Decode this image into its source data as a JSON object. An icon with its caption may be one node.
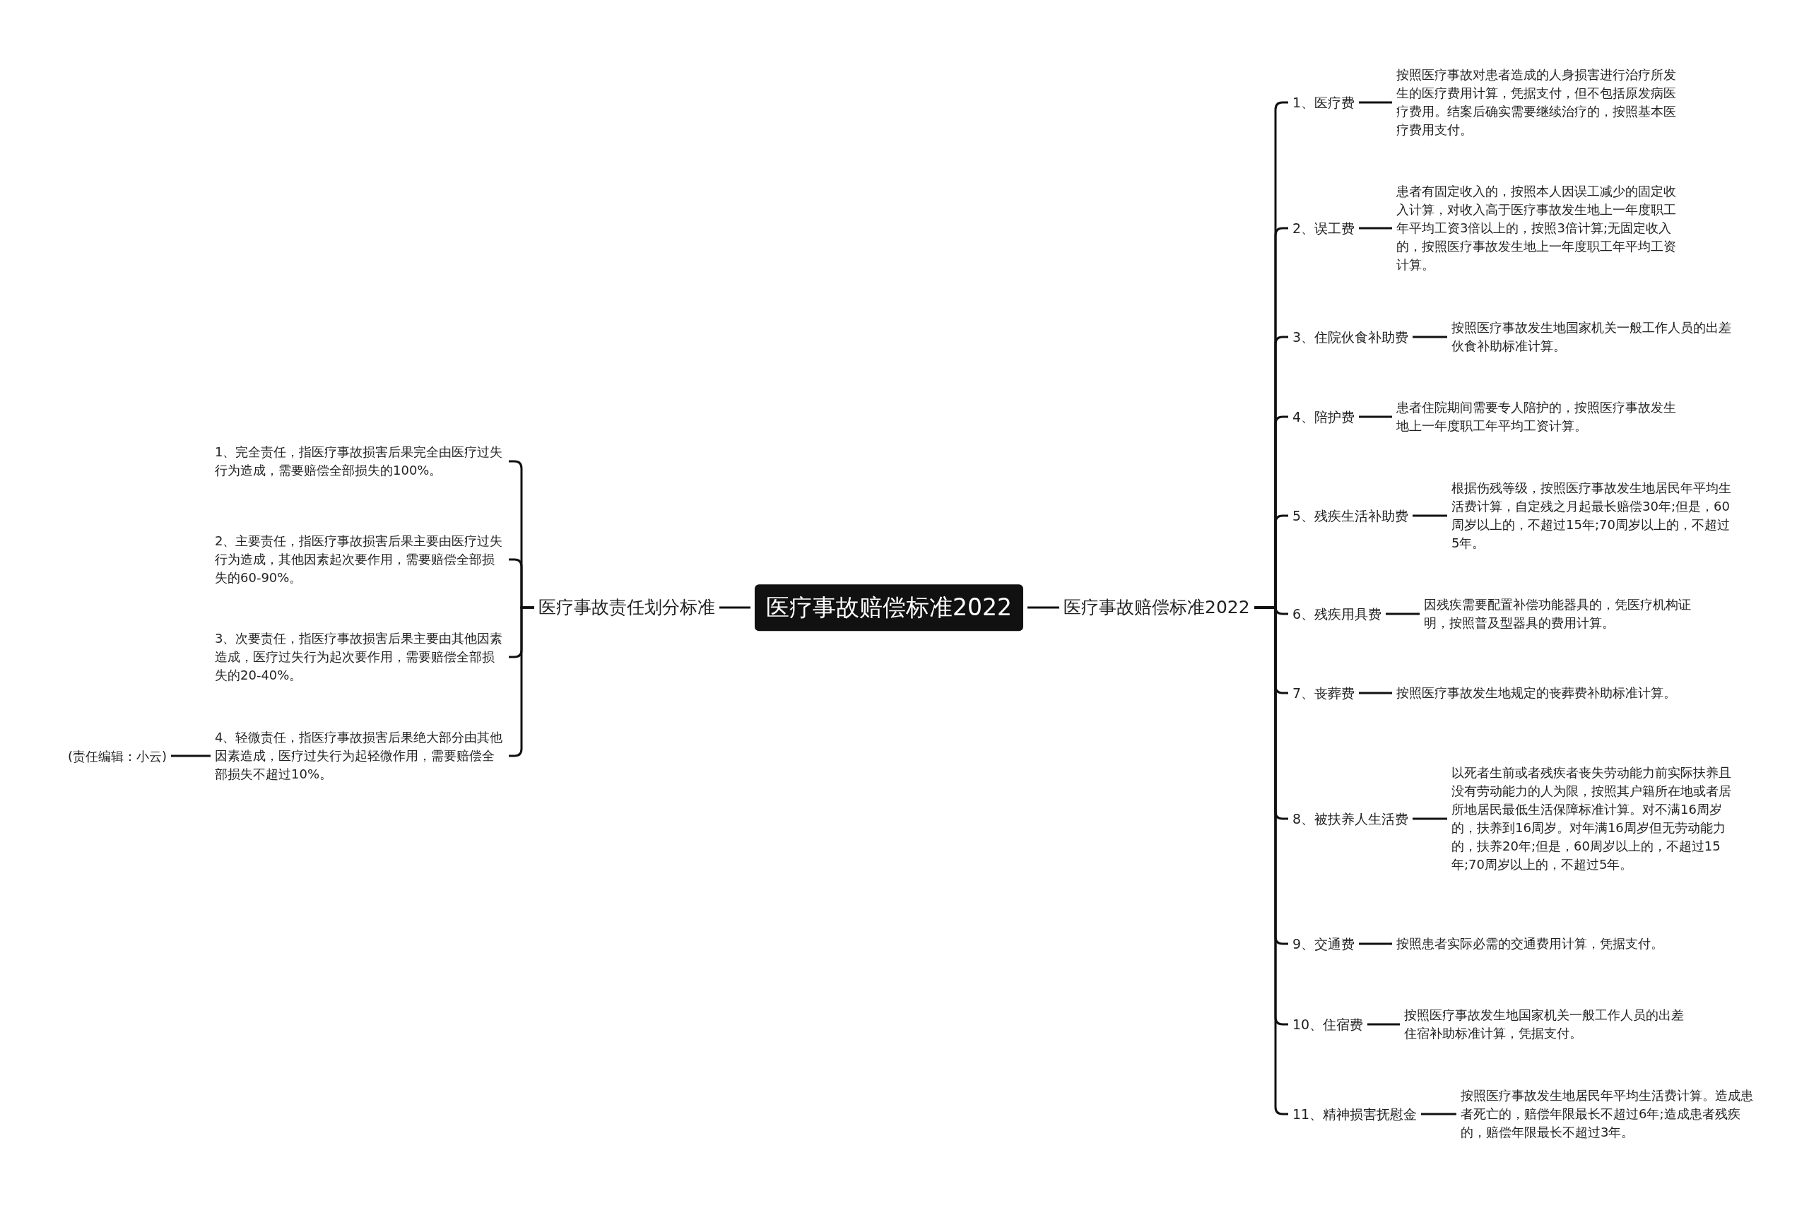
{
  "diagram": {
    "nodes": [
      {
        "text": [
          "医疗事故赔偿标准2022"
        ]
      },
      {
        "text": [
          "医疗事故责任划分标准"
        ]
      },
      {
        "text": [
          "1、完全责任，指医疗事故损害后果完全由医疗过失行为造成，需要赔偿全部损失的100%。"
        ]
      },
      {
        "text": [
          "2、主要责任，指医疗事故损害后果主要由医疗过失行为造成，其他因素起次要作用，需要赔偿全部损失的60-90%。"
        ]
      },
      {
        "text": [
          "3、次要责任，指医疗事故损害后果主要由其他因素造成，医疗过失行为起次要作用，需要赔偿全部损失的20-40%。"
        ]
      },
      {
        "text": [
          "4、轻微责任，指医疗事故损害后果绝大部分由其他因素造成，医疗过失行为起轻微作用，需要赔偿全部损失不超过10%。"
        ]
      },
      {
        "text": [
          "(责任编辑：小云)"
        ]
      },
      {
        "text": [
          "医疗事故赔偿标准2022"
        ]
      },
      {
        "text": [
          "1、医疗费"
        ]
      },
      {
        "text": [
          "按照医疗事故对患者造成的人身损害进行治疗所发生的医疗费用计算，凭据支付，但不包括原发病医疗费用。结案后确实需要继续治疗的，按照基本医疗费用支付。"
        ]
      },
      {
        "text": [
          "2、误工费"
        ]
      },
      {
        "text": [
          "患者有固定收入的，按照本人因误工减少的固定收入计算，对收入高于医疗事故发生地上一年度职工年平均工资3倍以上的，按照3倍计算;无固定收入的，按照医疗事故发生地上一年度职工年平均工资计算。"
        ]
      },
      {
        "text": [
          "3、住院伙食补助费"
        ]
      },
      {
        "text": [
          "按照医疗事故发生地国家机关一般工作人员的出差伙食补助标准计算。"
        ]
      },
      {
        "text": [
          "4、陪护费"
        ]
      },
      {
        "text": [
          "患者住院期间需要专人陪护的，按照医疗事故发生地上一年度职工年平均工资计算。"
        ]
      },
      {
        "text": [
          "5、残疾生活补助费"
        ]
      },
      {
        "text": [
          "根据伤残等级，按照医疗事故发生地居民年平均生活费计算，自定残之月起最长赔偿30年;但是，60周岁以上的，不超过15年;70周岁以上的，不超过5年。"
        ]
      },
      {
        "text": [
          "6、残疾用具费"
        ]
      },
      {
        "text": [
          "因残疾需要配置补偿功能器具的，凭医疗机构证明，按照普及型器具的费用计算。"
        ]
      },
      {
        "text": [
          "7、丧葬费"
        ]
      },
      {
        "text": [
          "按照医疗事故发生地规定的丧葬费补助标准计算。"
        ]
      },
      {
        "text": [
          "8、被扶养人生活费"
        ]
      },
      {
        "text": [
          "以死者生前或者残疾者丧失劳动能力前实际扶养且没有劳动能力的人为限，按照其户籍所在地或者居所地居民最低生活保障标准计算。对不满16周岁的，扶养到16周岁。对年满16周岁但无劳动能力的，扶养20年;但是，60周岁以上的，不超过15年;70周岁以上的，不超过5年。"
        ]
      },
      {
        "text": [
          "9、交通费"
        ]
      },
      {
        "text": [
          "按照患者实际必需的交通费用计算，凭据支付。"
        ]
      },
      {
        "text": [
          "10、住宿费"
        ]
      },
      {
        "text": [
          "按照医疗事故发生地国家机关一般工作人员的出差住宿补助标准计算，凭据支付。"
        ]
      },
      {
        "text": [
          "11、精神损害抚慰金"
        ]
      },
      {
        "text": [
          "按照医疗事故发生地居民年平均生活费计算。造成患者死亡的，赔偿年限最长不超过6年;造成患者残疾的，赔偿年限最长不超过3年。"
        ]
      }
    ],
    "edges": [
      {
        "from": 0,
        "to": 1,
        "arrow": "none"
      },
      {
        "from": 1,
        "to": 2,
        "arrow": "none"
      },
      {
        "from": 1,
        "to": 3,
        "arrow": "none"
      },
      {
        "from": 1,
        "to": 4,
        "arrow": "none"
      },
      {
        "from": 1,
        "to": 5,
        "arrow": "none"
      },
      {
        "from": 5,
        "to": 6,
        "arrow": "none"
      },
      {
        "from": 0,
        "to": 7,
        "arrow": "none"
      },
      {
        "from": 7,
        "to": 8,
        "arrow": "none"
      },
      {
        "from": 8,
        "to": 9,
        "arrow": "none"
      },
      {
        "from": 7,
        "to": 10,
        "arrow": "none"
      },
      {
        "from": 10,
        "to": 11,
        "arrow": "none"
      },
      {
        "from": 7,
        "to": 12,
        "arrow": "none"
      },
      {
        "from": 12,
        "to": 13,
        "arrow": "none"
      },
      {
        "from": 7,
        "to": 14,
        "arrow": "none"
      },
      {
        "from": 14,
        "to": 15,
        "arrow": "none"
      },
      {
        "from": 7,
        "to": 16,
        "arrow": "none"
      },
      {
        "from": 16,
        "to": 17,
        "arrow": "none"
      },
      {
        "from": 7,
        "to": 18,
        "arrow": "none"
      },
      {
        "from": 18,
        "to": 19,
        "arrow": "none"
      },
      {
        "from": 7,
        "to": 20,
        "arrow": "none"
      },
      {
        "from": 20,
        "to": 21,
        "arrow": "none"
      },
      {
        "from": 7,
        "to": 22,
        "arrow": "none"
      },
      {
        "from": 22,
        "to": 23,
        "arrow": "none"
      },
      {
        "from": 7,
        "to": 24,
        "arrow": "none"
      },
      {
        "from": 24,
        "to": 25,
        "arrow": "none"
      },
      {
        "from": 7,
        "to": 26,
        "arrow": "none"
      },
      {
        "from": 26,
        "to": 27,
        "arrow": "none"
      },
      {
        "from": 7,
        "to": 28,
        "arrow": "none"
      },
      {
        "from": 28,
        "to": 29,
        "arrow": "none"
      }
    ]
  }
}
